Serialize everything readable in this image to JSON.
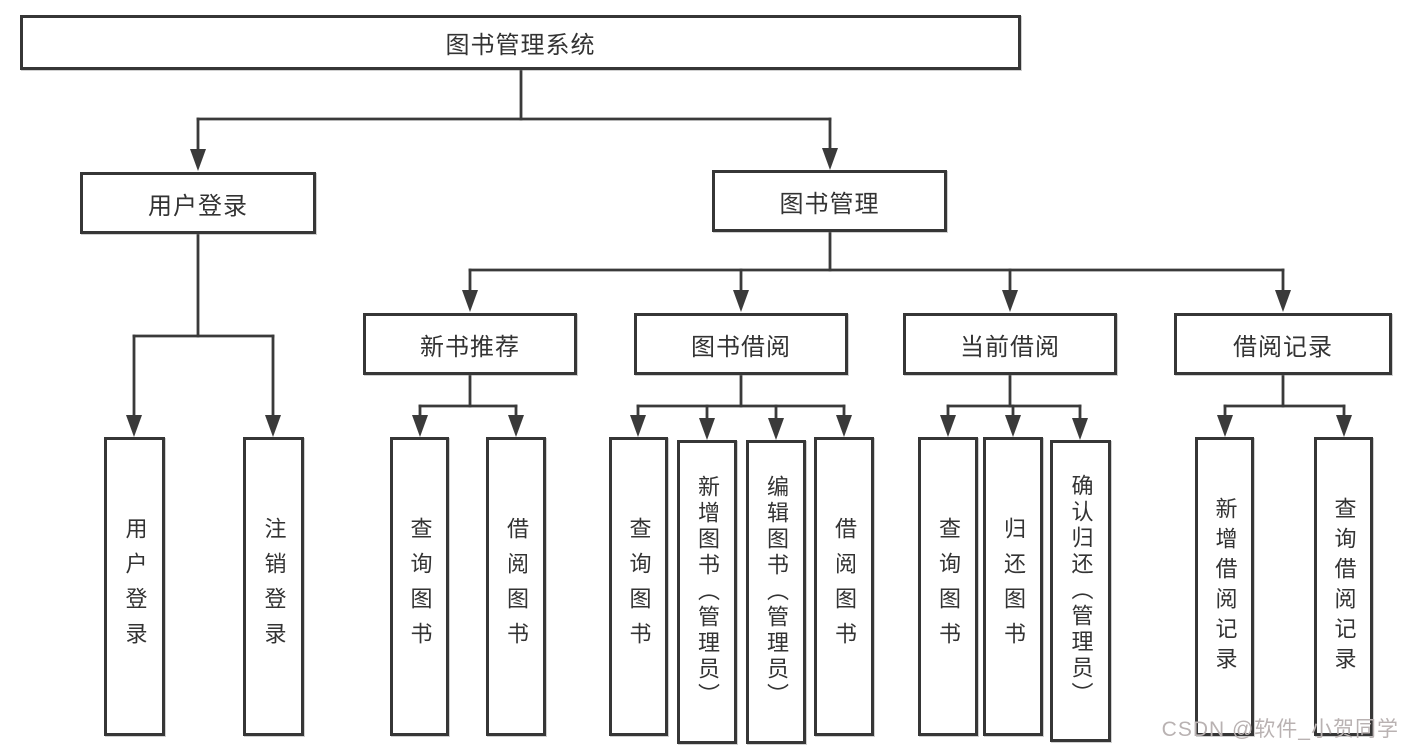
{
  "nodes": {
    "root": "图书管理系统",
    "user_login": "用户登录",
    "book_mgmt": "图书管理",
    "new_book": "新书推荐",
    "book_borrow": "图书借阅",
    "current_borrow": "当前借阅",
    "borrow_records": "借阅记录",
    "leaf_user_login": "用户登录",
    "leaf_logout": "注销登录",
    "nb_query": "查询图书",
    "nb_borrow": "借阅图书",
    "bb_query": "查询图书",
    "bb_add": "新增图书（管理员）",
    "bb_edit": "编辑图书（管理员）",
    "bb_borrow": "借阅图书",
    "cb_query": "查询图书",
    "cb_return": "归还图书",
    "cb_confirm": "确认归还（管理员）",
    "br_add": "新增借阅记录",
    "br_query": "查询借阅记录"
  },
  "watermark": "CSDN @软件_小贺同学",
  "colors": {
    "line": "#3a3a3a",
    "text": "#333333",
    "box_border": "#363636",
    "box_bg": "#ffffff",
    "page_bg": "#ffffff",
    "watermark": "#b9b2b2"
  }
}
